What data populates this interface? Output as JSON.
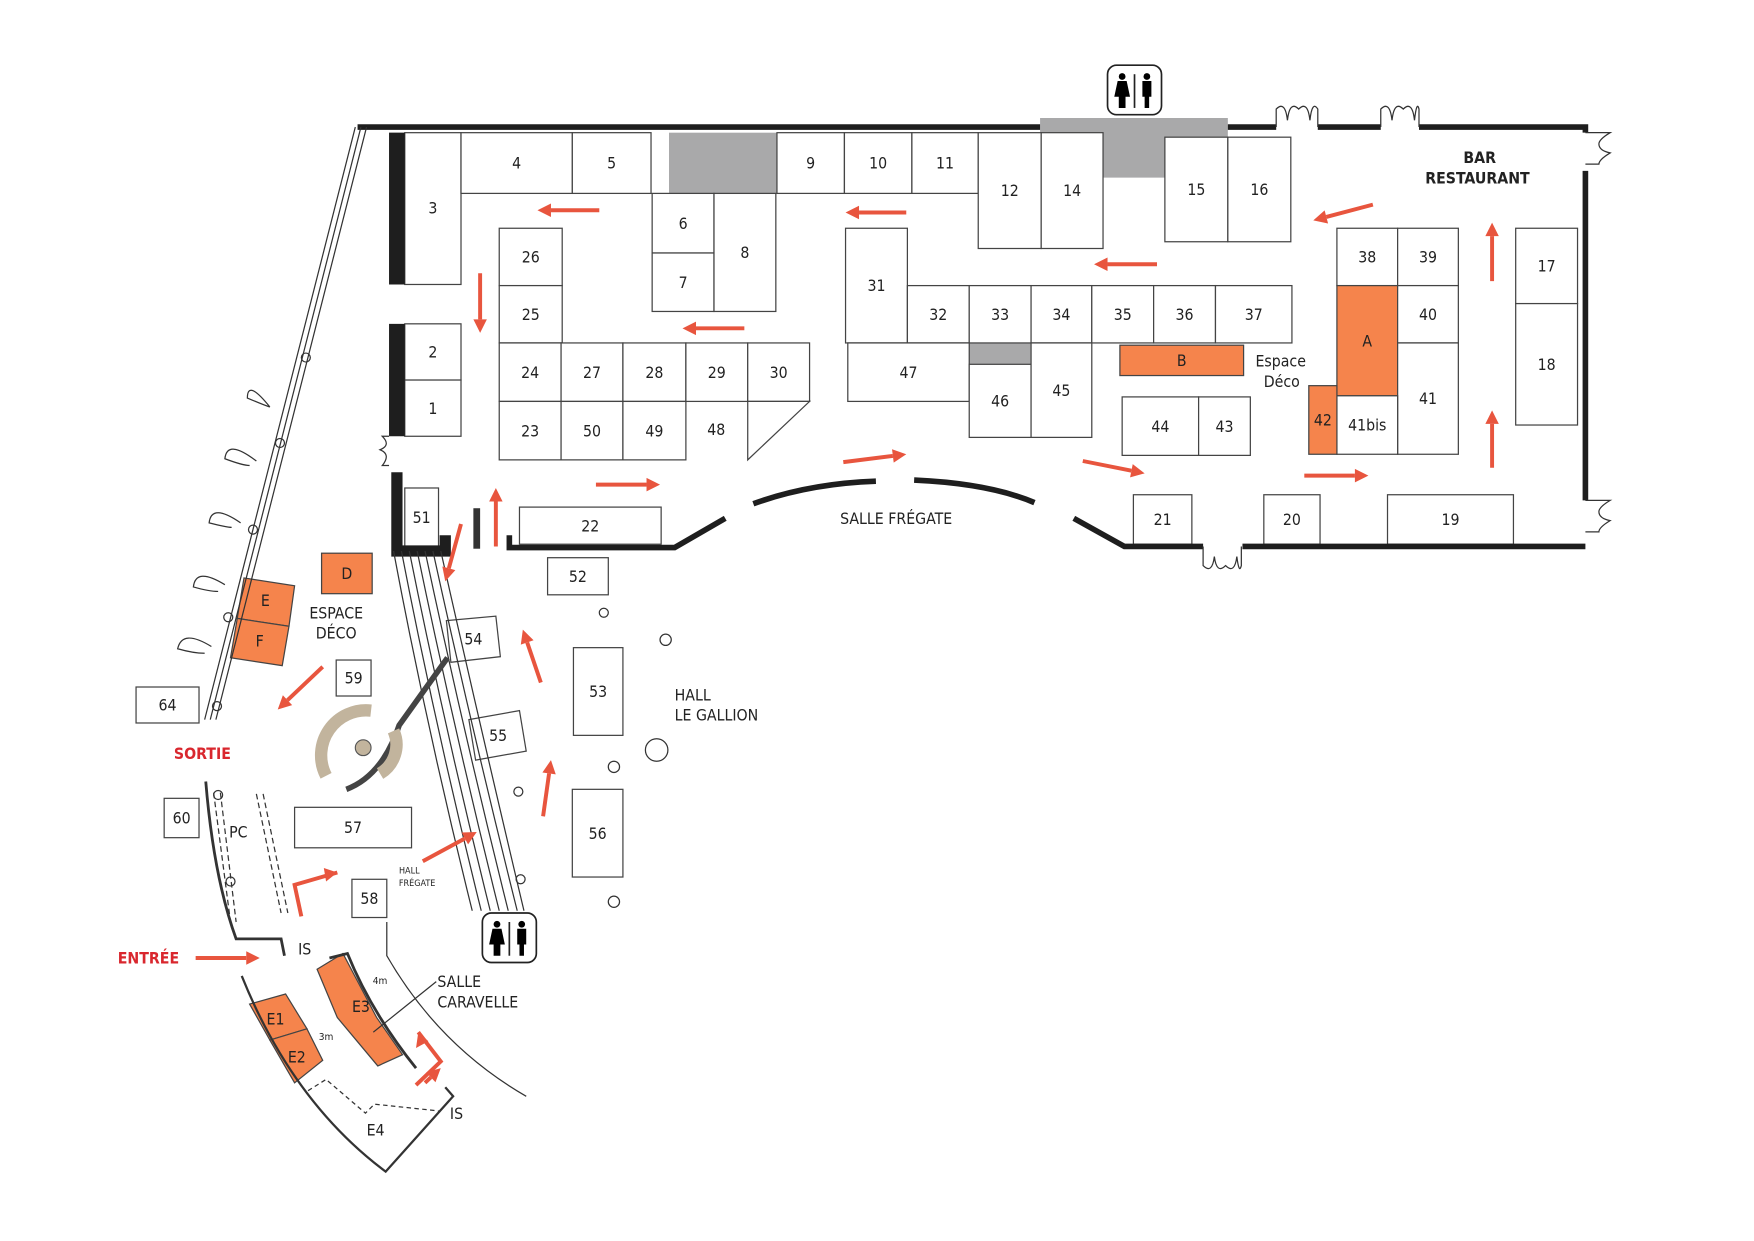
{
  "booths": {
    "1": "1",
    "2": "2",
    "3": "3",
    "4": "4",
    "5": "5",
    "6": "6",
    "7": "7",
    "8": "8",
    "9": "9",
    "10": "10",
    "11": "11",
    "12": "12",
    "14": "14",
    "15": "15",
    "16": "16",
    "17": "17",
    "18": "18",
    "19": "19",
    "20": "20",
    "21": "21",
    "22": "22",
    "23": "23",
    "24": "24",
    "25": "25",
    "26": "26",
    "27": "27",
    "28": "28",
    "29": "29",
    "30": "30",
    "31": "31",
    "32": "32",
    "33": "33",
    "34": "34",
    "35": "35",
    "36": "36",
    "37": "37",
    "38": "38",
    "39": "39",
    "40": "40",
    "41": "41",
    "41bis": "41bis",
    "42": "42",
    "43": "43",
    "44": "44",
    "45": "45",
    "46": "46",
    "47": "47",
    "48": "48",
    "49": "49",
    "50": "50",
    "51": "51",
    "52": "52",
    "53": "53",
    "54": "54",
    "55": "55",
    "56": "56",
    "57": "57",
    "58": "58",
    "59": "59",
    "60": "60",
    "64": "64",
    "A": "A",
    "B": "B",
    "D": "D",
    "E": "E",
    "F": "F",
    "E1": "E1",
    "E2": "E2",
    "E3": "E3",
    "E4": "E4",
    "PC": "PC"
  },
  "zones": {
    "salle_fregate": "SALLE FRÉGATE",
    "bar_line1": "BAR",
    "bar_line2": "RESTAURANT",
    "hall_gallion_line1": "HALL",
    "hall_gallion_line2": "LE GALLION",
    "espace_deco_upper_line1": "ESPACE",
    "espace_deco_upper_line2": "DÉCO",
    "espace_deco_line1": "Espace",
    "espace_deco_line2": "Déco",
    "hall_fregate_line1": "HALL",
    "hall_fregate_line2": "FRÉGATE",
    "salle_caravelle_line1": "SALLE",
    "salle_caravelle_line2": "CARAVELLE",
    "sortie": "SORTIE",
    "entree": "ENTRÉE",
    "is_1": "IS",
    "is_2": "IS",
    "dim_4m": "4m",
    "dim_3m": "3m"
  },
  "icons": [
    "restroom-icon",
    "restroom-icon",
    "direction-arrow"
  ],
  "colors": {
    "highlight": "#f5844c",
    "arrow": "#e8553e",
    "labels_red": "#d9272e",
    "reserved": "#a9a9aa"
  }
}
